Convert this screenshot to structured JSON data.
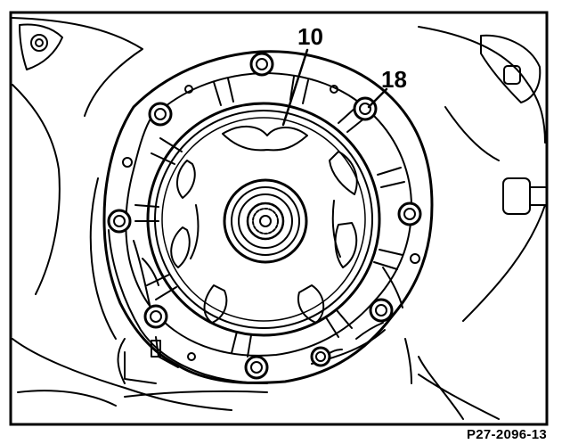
{
  "diagram": {
    "callouts": [
      {
        "id": "10",
        "label": "10"
      },
      {
        "id": "18",
        "label": "18"
      }
    ],
    "figure_code": "P27-2096-13"
  },
  "colors": {
    "ink": "#000000",
    "paper": "#ffffff"
  }
}
